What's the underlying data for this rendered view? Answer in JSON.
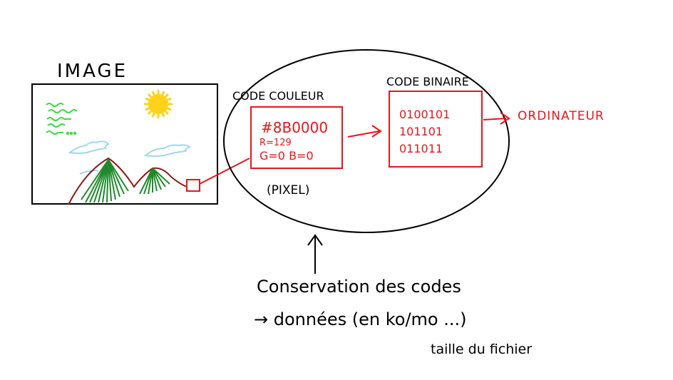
{
  "image_label": "IMAGE",
  "color_code": {
    "heading": "CODE COULEUR",
    "hex": "#8B0000",
    "r_line": "R=129",
    "gb_line": "G=0 B=0",
    "caption": "(PIXEL)"
  },
  "binary_code": {
    "heading": "CODE BINAIRE",
    "lines": [
      "0100101",
      "101101",
      "011011"
    ]
  },
  "computer_label": "ORDINATEUR",
  "notes": {
    "line1": "Conservation des codes",
    "line2": "→ données (en ko/mo ...)",
    "line3": "taille du fichier"
  },
  "colors": {
    "ink": "#000000",
    "red": "#e8151c",
    "green": "#1f8a2a",
    "light_green": "#3ddc3d",
    "sun": "#ffd21a",
    "cloud": "#9fd8ec",
    "mountain_outline": "#8b1a1a"
  },
  "icons": [
    "sun-icon",
    "cloud-icon",
    "mountain-icon",
    "grass-icon",
    "arrow-icon"
  ]
}
